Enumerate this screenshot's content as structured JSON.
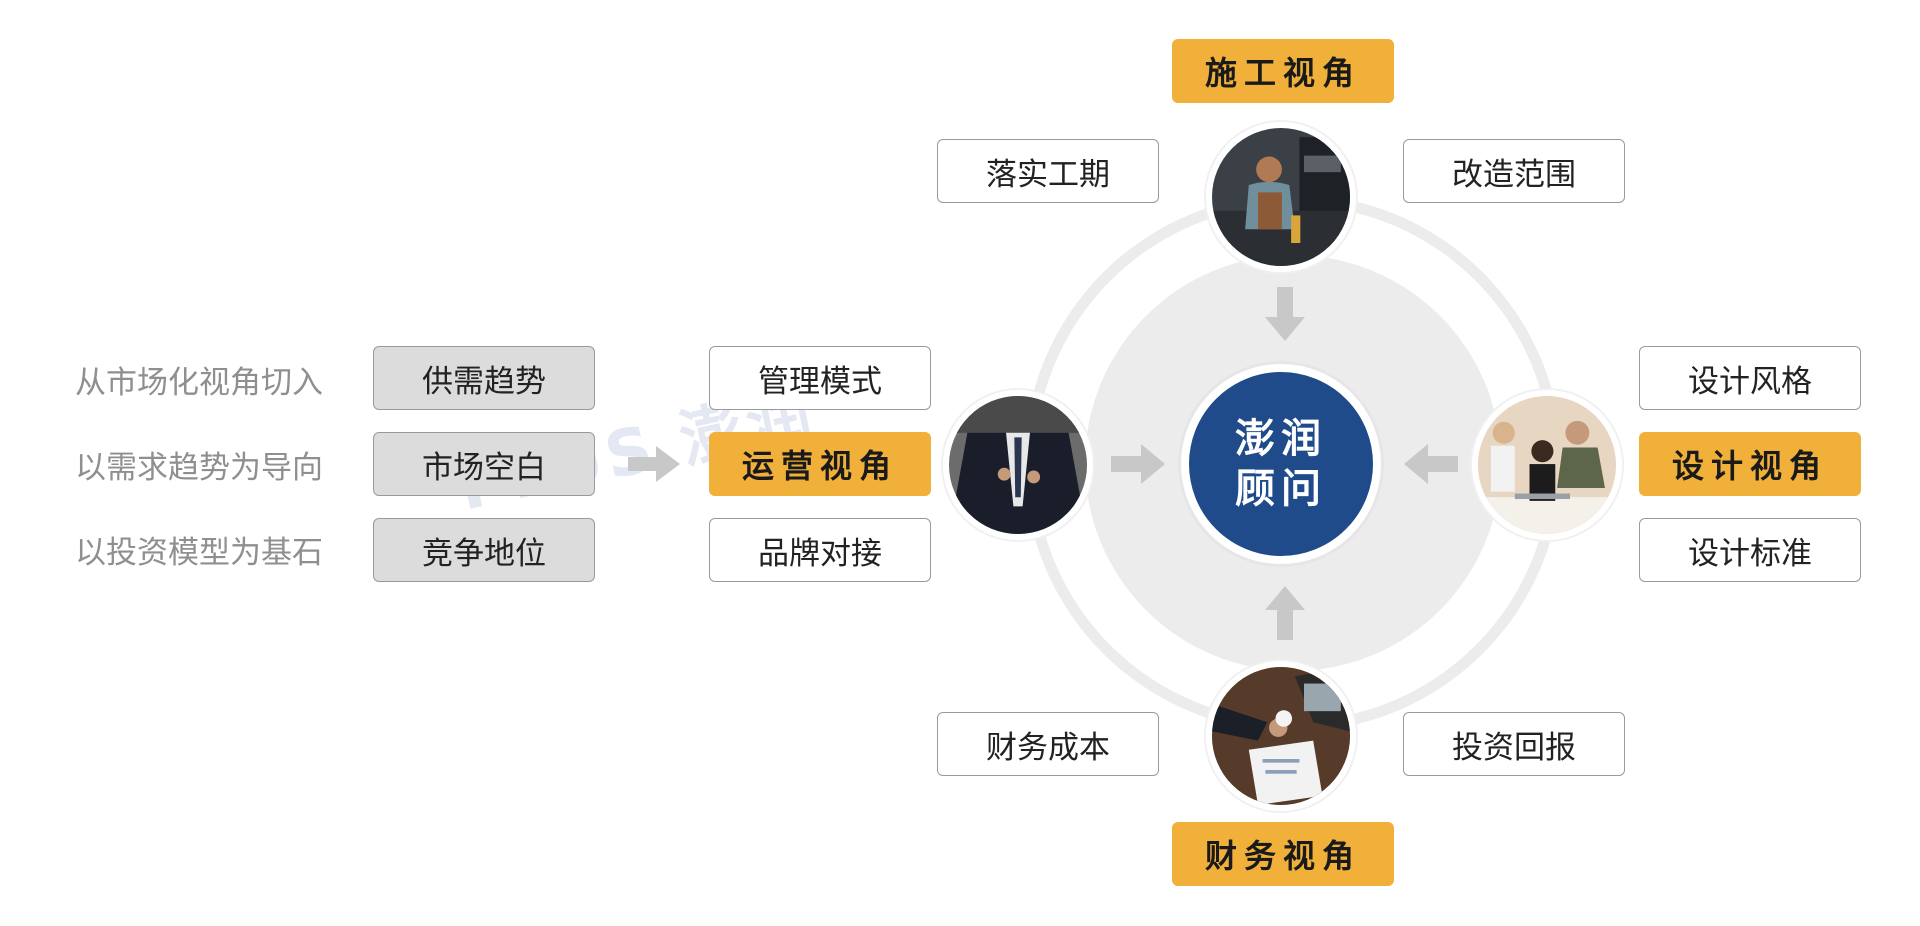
{
  "center": {
    "line1": "澎润",
    "line2": "顾问"
  },
  "perspectives": {
    "top": "施工视角",
    "left": "运营视角",
    "right": "设计视角",
    "bottom": "财务视角"
  },
  "boxes": {
    "top_left": "落实工期",
    "top_right": "改造范围",
    "left_top": "管理模式",
    "left_bottom": "品牌对接",
    "right_top": "设计风格",
    "right_bottom": "设计标准",
    "bottom_left": "财务成本",
    "bottom_right": "投资回报"
  },
  "market": {
    "rows": [
      {
        "text": "从市场化视角切入",
        "box": "供需趋势"
      },
      {
        "text": "以需求趋势为导向",
        "box": "市场空白"
      },
      {
        "text": "以投资模型为基石",
        "box": "竞争地位"
      }
    ]
  },
  "watermark": "PLUS 澎润",
  "colors": {
    "accent_yellow": "#f0b03a",
    "center_blue": "#1f4b8b",
    "ring_gray": "#ececec",
    "arrow_gray": "#c8c8c8",
    "side_text_gray": "#8f8f8f"
  },
  "icons": [
    "construction-worker-photo",
    "businessman-photo",
    "designers-photo",
    "finance-desk-photo"
  ]
}
